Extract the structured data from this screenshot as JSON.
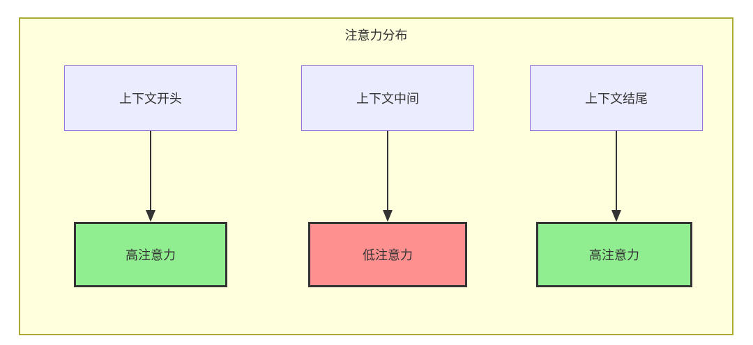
{
  "diagram": {
    "title": "注意力分布",
    "columns": [
      {
        "source": "上下文开头",
        "target": "高注意力",
        "level": "high"
      },
      {
        "source": "上下文中间",
        "target": "低注意力",
        "level": "low"
      },
      {
        "source": "上下文结尾",
        "target": "高注意力",
        "level": "high"
      }
    ],
    "colors": {
      "container_fill": "#ffffde",
      "container_border": "#aaaa33",
      "source_fill": "#ECECFF",
      "source_border": "#9370DB",
      "high_fill": "#90EE90",
      "low_fill": "#FF9090",
      "target_border": "#333333",
      "arrow": "#333333",
      "text": "#333333"
    }
  }
}
